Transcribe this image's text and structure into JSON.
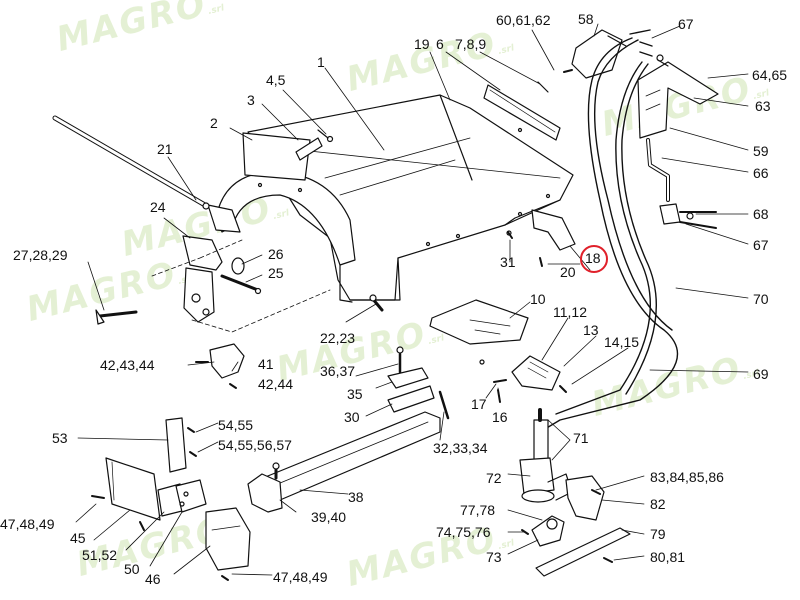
{
  "watermark": {
    "text": "MAGRO",
    "suffix": ".srl"
  },
  "highlight_color": "#e0202a",
  "callouts": [
    {
      "id": "c1",
      "text": "1"
    },
    {
      "id": "c2",
      "text": "2"
    },
    {
      "id": "c3",
      "text": "3"
    },
    {
      "id": "c4",
      "text": "4,5"
    },
    {
      "id": "c6",
      "text": "6"
    },
    {
      "id": "c7",
      "text": "7,8,9"
    },
    {
      "id": "c10",
      "text": "10"
    },
    {
      "id": "c11",
      "text": "11,12"
    },
    {
      "id": "c13",
      "text": "13"
    },
    {
      "id": "c14",
      "text": "14,15"
    },
    {
      "id": "c16",
      "text": "16"
    },
    {
      "id": "c17",
      "text": "17"
    },
    {
      "id": "c18",
      "text": "18"
    },
    {
      "id": "c19",
      "text": "19"
    },
    {
      "id": "c20",
      "text": "20"
    },
    {
      "id": "c21",
      "text": "21"
    },
    {
      "id": "c22",
      "text": "22,23"
    },
    {
      "id": "c24",
      "text": "24"
    },
    {
      "id": "c25",
      "text": "25"
    },
    {
      "id": "c26",
      "text": "26"
    },
    {
      "id": "c27",
      "text": "27,28,29"
    },
    {
      "id": "c30",
      "text": "30"
    },
    {
      "id": "c31",
      "text": "31"
    },
    {
      "id": "c32",
      "text": "32,33,34"
    },
    {
      "id": "c35",
      "text": "35"
    },
    {
      "id": "c36",
      "text": "36,37"
    },
    {
      "id": "c38",
      "text": "38"
    },
    {
      "id": "c39",
      "text": "39,40"
    },
    {
      "id": "c41",
      "text": "41"
    },
    {
      "id": "c42",
      "text": "42,43,44"
    },
    {
      "id": "c42b",
      "text": "42,44"
    },
    {
      "id": "c45",
      "text": "45"
    },
    {
      "id": "c46",
      "text": "46"
    },
    {
      "id": "c47",
      "text": "47,48,49"
    },
    {
      "id": "c47b",
      "text": "47,48,49"
    },
    {
      "id": "c50",
      "text": "50"
    },
    {
      "id": "c51",
      "text": "51,52"
    },
    {
      "id": "c53",
      "text": "53"
    },
    {
      "id": "c54",
      "text": "54,55"
    },
    {
      "id": "c54b",
      "text": "54,55,56,57"
    },
    {
      "id": "c58",
      "text": "58"
    },
    {
      "id": "c59",
      "text": "59"
    },
    {
      "id": "c60",
      "text": "60,61,62"
    },
    {
      "id": "c63",
      "text": "63"
    },
    {
      "id": "c64",
      "text": "64,65"
    },
    {
      "id": "c66",
      "text": "66"
    },
    {
      "id": "c67",
      "text": "67"
    },
    {
      "id": "c67b",
      "text": "67"
    },
    {
      "id": "c68",
      "text": "68"
    },
    {
      "id": "c69",
      "text": "69"
    },
    {
      "id": "c70",
      "text": "70"
    },
    {
      "id": "c71",
      "text": "71"
    },
    {
      "id": "c72",
      "text": "72"
    },
    {
      "id": "c73",
      "text": "73"
    },
    {
      "id": "c74",
      "text": "74,75,76"
    },
    {
      "id": "c77",
      "text": "77,78"
    },
    {
      "id": "c79",
      "text": "79"
    },
    {
      "id": "c80",
      "text": "80,81"
    },
    {
      "id": "c82",
      "text": "82"
    },
    {
      "id": "c83",
      "text": "83,84,85,86"
    }
  ]
}
